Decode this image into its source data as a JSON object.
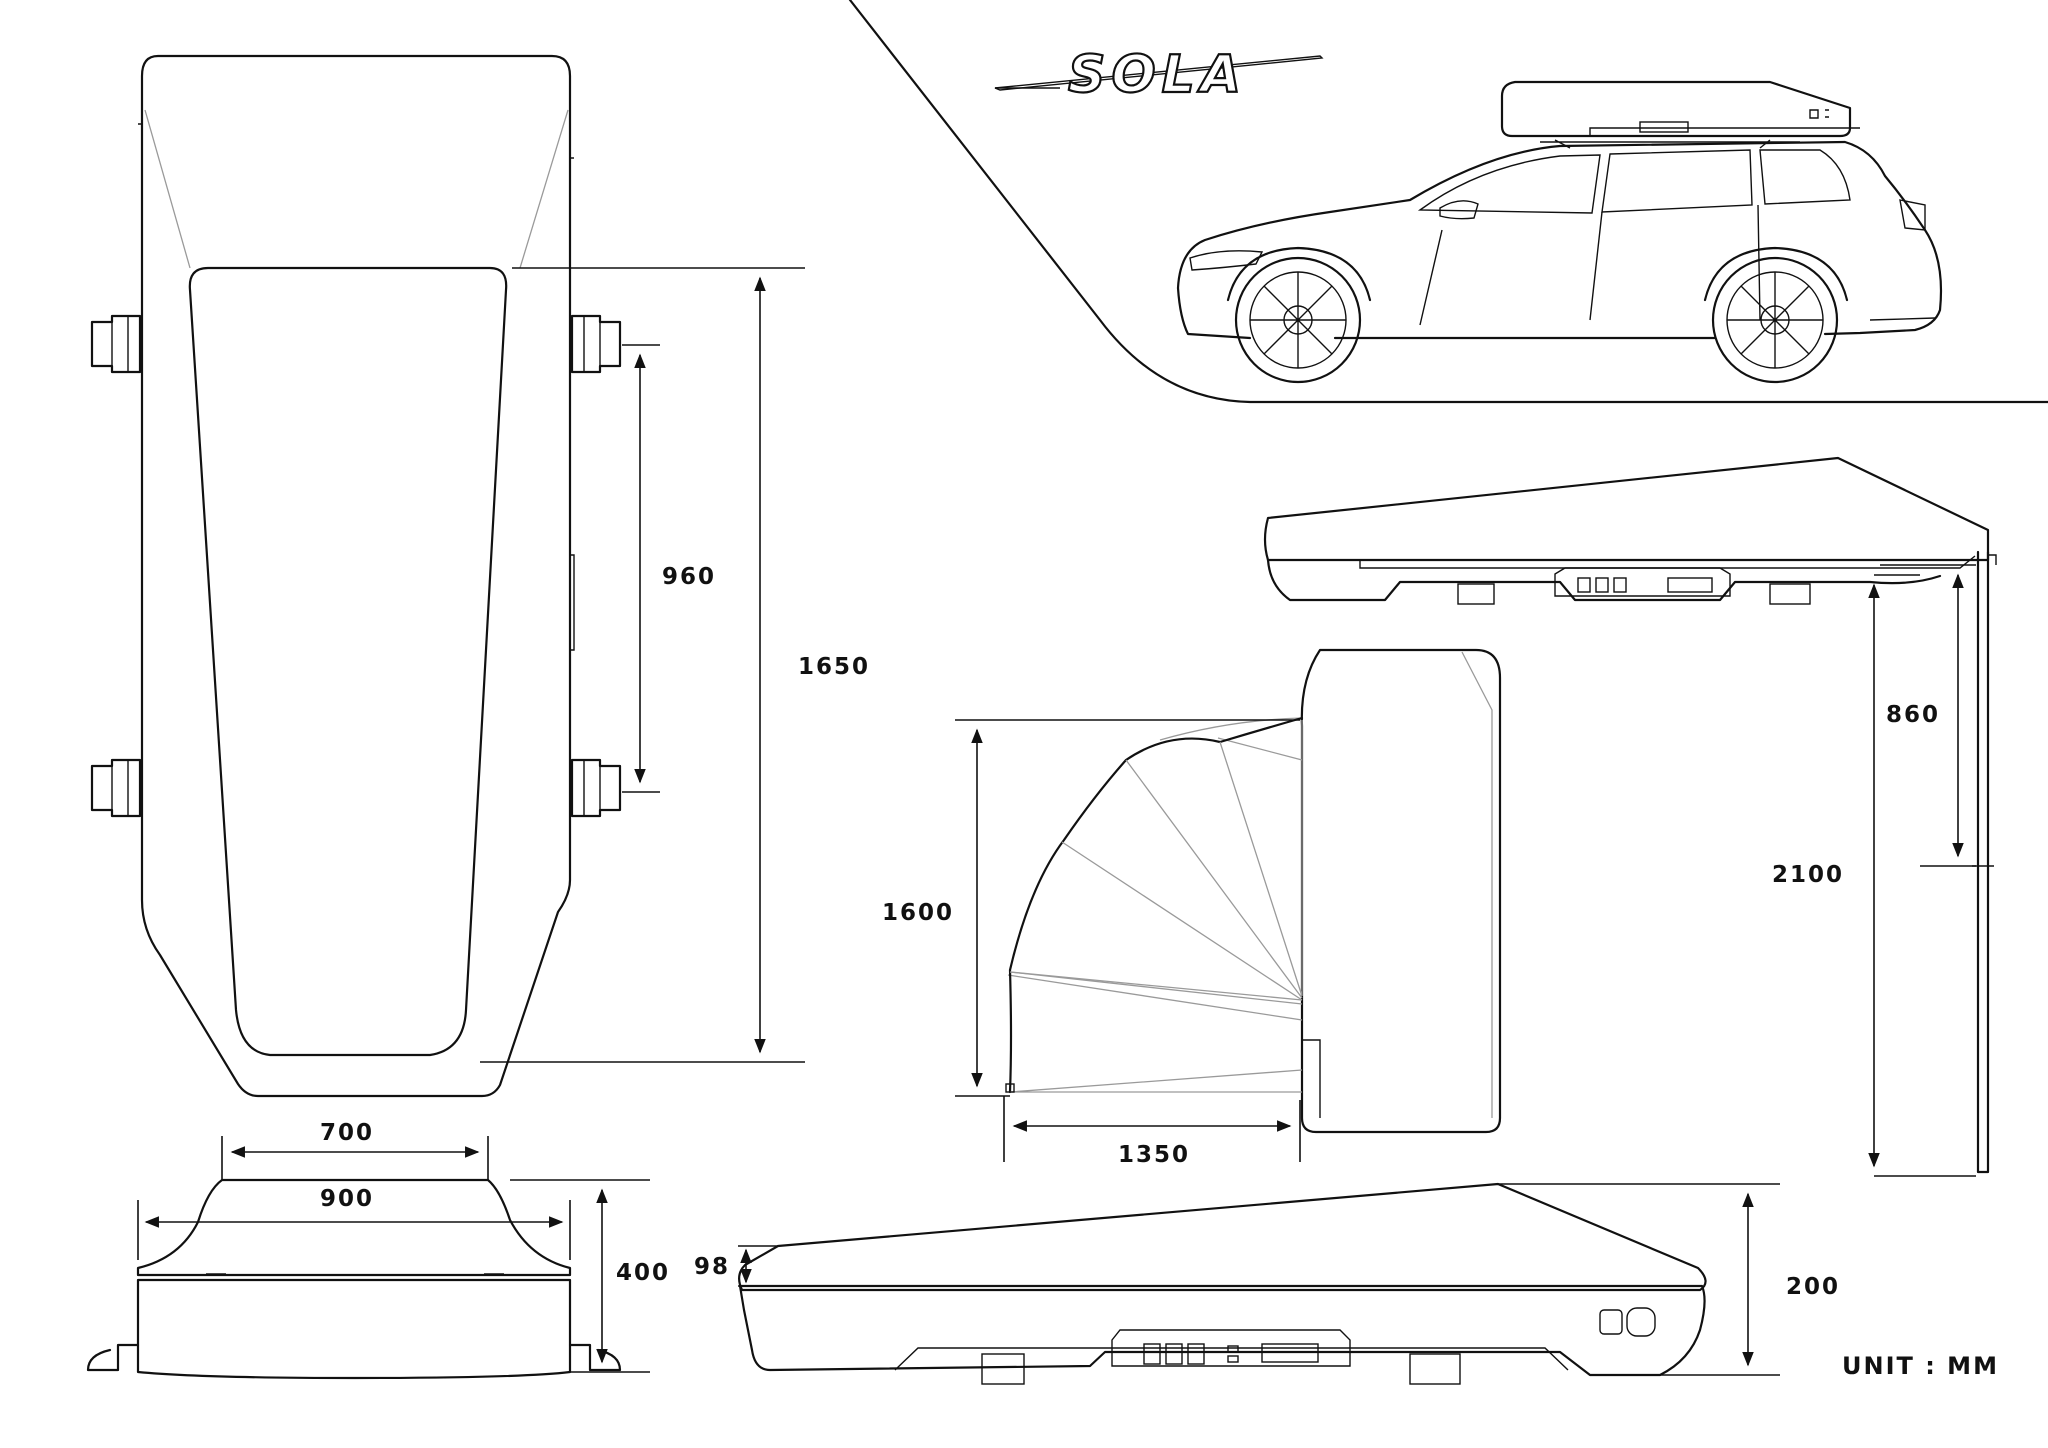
{
  "brand": {
    "name": "SOLA"
  },
  "dimensions": {
    "top_view_length": "1650",
    "bar_spacing": "960",
    "front_top_width": "700",
    "front_base_width": "900",
    "front_height": "400",
    "side_lid_edge": "98",
    "side_height": "200",
    "open_radius_height": "1600",
    "open_length": "1350",
    "ladder_upper": "860",
    "ladder_total": "2100"
  },
  "unit_label": "UNIT : MM",
  "icons": [
    "car-silhouette",
    "roof-tent",
    "ladder",
    "mounting-bracket",
    "control-panel"
  ]
}
